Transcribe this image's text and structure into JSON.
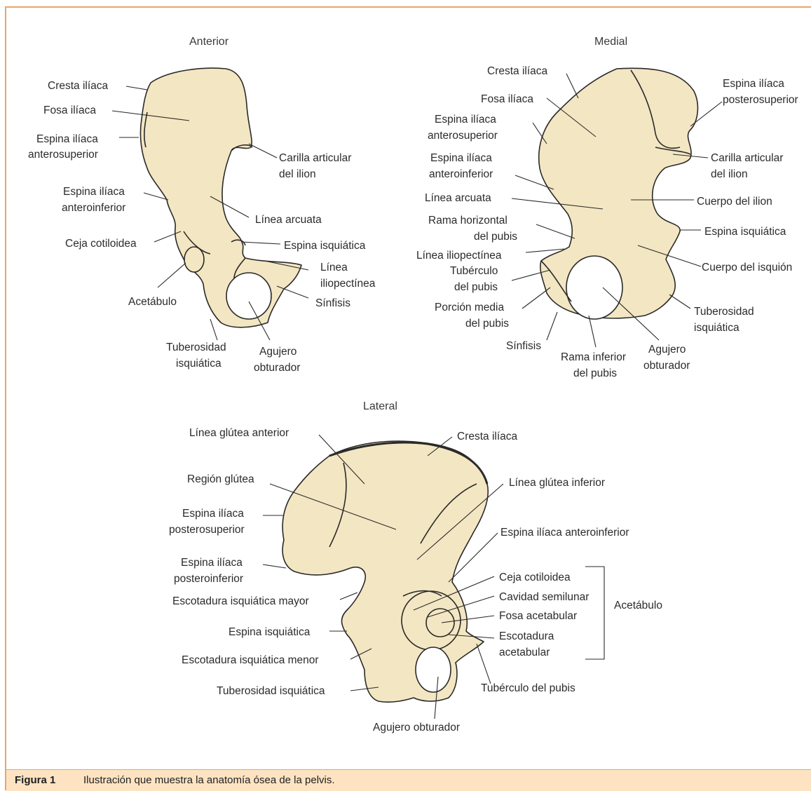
{
  "views": {
    "anterior": {
      "title": "Anterior",
      "labels": {
        "cresta_iliaca": "Cresta ilíaca",
        "fosa_iliaca": "Fosa ilíaca",
        "espina_ant_sup_1": "Espina ilíaca",
        "espina_ant_sup_2": "anterosuperior",
        "carilla_1": "Carilla articular",
        "carilla_2": "del ilion",
        "espina_ant_inf_1": "Espina ilíaca",
        "espina_ant_inf_2": "anteroinferior",
        "linea_arcuata": "Línea arcuata",
        "ceja_cotiloidea": "Ceja cotiloidea",
        "espina_isquiatica": "Espina isquiática",
        "linea_ilio_1": "Línea",
        "linea_ilio_2": "iliopectínea",
        "acetabulo": "Acetábulo",
        "sinfisis": "Sínfisis",
        "tuberosidad_1": "Tuberosidad",
        "tuberosidad_2": "isquiática",
        "agujero_1": "Agujero",
        "agujero_2": "obturador"
      }
    },
    "medial": {
      "title": "Medial",
      "labels": {
        "cresta_iliaca": "Cresta ilíaca",
        "fosa_iliaca": "Fosa ilíaca",
        "espina_post_sup_1": "Espina ilíaca",
        "espina_post_sup_2": "posterosuperior",
        "espina_ant_sup_1": "Espina ilíaca",
        "espina_ant_sup_2": "anterosuperior",
        "carilla_1": "Carilla articular",
        "carilla_2": "del ilion",
        "espina_ant_inf_1": "Espina ilíaca",
        "espina_ant_inf_2": "anteroinferior",
        "cuerpo_ilion": "Cuerpo del ilion",
        "linea_arcuata": "Línea arcuata",
        "rama_horizontal_1": "Rama horizontal",
        "rama_horizontal_2": "del pubis",
        "espina_isquiatica": "Espina isquiática",
        "linea_iliopectinea": "Línea iliopectínea",
        "tuberculo_1": "Tubérculo",
        "tuberculo_2": "del pubis",
        "cuerpo_isquion": "Cuerpo del isquión",
        "porcion_media_1": "Porción media",
        "porcion_media_2": "del pubis",
        "tuberosidad_1": "Tuberosidad",
        "tuberosidad_2": "isquiática",
        "sinfisis": "Sínfisis",
        "rama_inferior_1": "Rama inferior",
        "rama_inferior_2": "del pubis",
        "agujero_1": "Agujero",
        "agujero_2": "obturador"
      }
    },
    "lateral": {
      "title": "Lateral",
      "labels": {
        "linea_glutea_anterior": "Línea glútea anterior",
        "cresta_iliaca": "Cresta ilíaca",
        "region_glutea": "Región glútea",
        "linea_glutea_inferior": "Línea glútea inferior",
        "espina_post_sup_1": "Espina ilíaca",
        "espina_post_sup_2": "posterosuperior",
        "espina_ant_inf": "Espina ilíaca anteroinferior",
        "espina_post_inf_1": "Espina ilíaca",
        "espina_post_inf_2": "posteroinferior",
        "ceja_cotiloidea": "Ceja cotiloidea",
        "escotadura_mayor": "Escotadura isquiática mayor",
        "cavidad_semilunar": "Cavidad semilunar",
        "acetabulo": "Acetábulo",
        "fosa_acetabular": "Fosa acetabular",
        "espina_isquiatica": "Espina isquiática",
        "escotadura_acetabular_1": "Escotadura",
        "escotadura_acetabular_2": "acetabular",
        "escotadura_menor": "Escotadura isquiática menor",
        "tuberosidad": "Tuberosidad isquiática",
        "tuberculo_pubis": "Tubérculo del pubis",
        "agujero_obturador": "Agujero obturador"
      }
    }
  },
  "caption": {
    "label": "Figura 1",
    "text": "Ilustración que muestra la anatomía ósea de la pelvis."
  },
  "colors": {
    "bone_fill": "#f3e6c2",
    "outline": "#2a2a2a",
    "frame": "#e8a56a",
    "caption_bg": "#fde3c2"
  }
}
